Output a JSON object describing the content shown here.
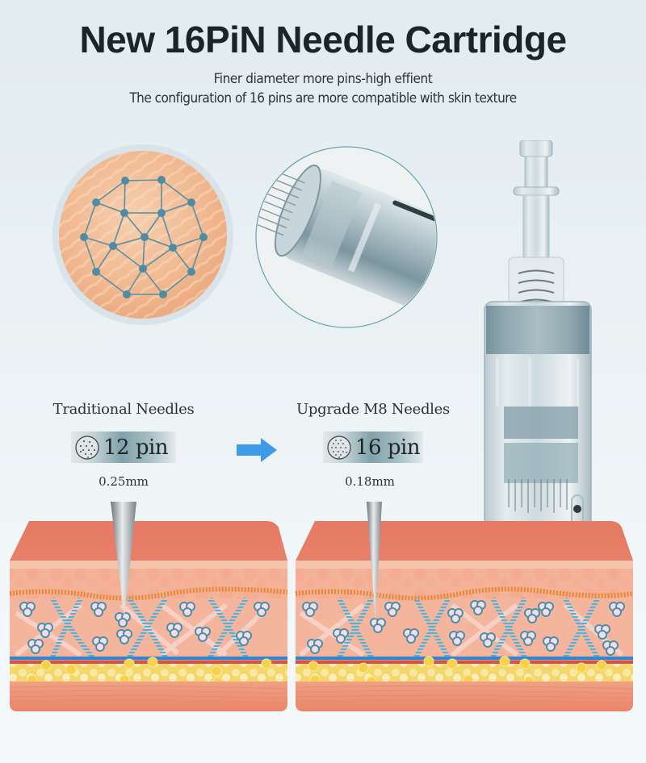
{
  "header": {
    "title": "New 16PiN Needle Cartridge",
    "subtitle_line1": "Finer diameter more pins-high effient",
    "subtitle_line2": "The configuration of 16 pins are more compatible with skin texture"
  },
  "comparison": {
    "traditional": {
      "label": "Traditional Needles",
      "pin_count": "12 pin",
      "diameter": "0.25mm",
      "icon": "pin-dots-icon"
    },
    "upgrade": {
      "label": "Upgrade M8 Needles",
      "pin_count": "16 pin",
      "diameter": "0.18mm",
      "icon": "pin-dots-icon"
    },
    "arrow_icon": "arrow-right-icon"
  },
  "colors": {
    "title": "#1b2427",
    "arrow": "#3d9be9",
    "network_node": "#4f8ca3",
    "skin_top": "#e8806a",
    "skin_front": "#f4b39a",
    "collagen": "#45b6e3",
    "fat": "#f6d24a",
    "blood_blue": "#2f86d1",
    "blood_red": "#d0534f"
  },
  "images": {
    "skin_network": "skin-texture-network-illustration",
    "cartridge_closeup": "cartridge-needle-closeup-photo",
    "cartridge_full": "needle-cartridge-product-photo",
    "skin_section_left": "skin-cross-section-single-needle",
    "skin_section_right": "skin-cross-section-fine-needle"
  }
}
